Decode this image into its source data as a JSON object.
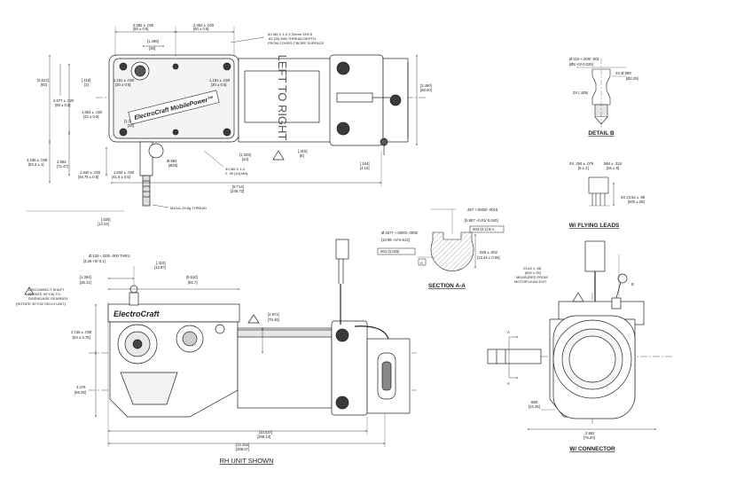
{
  "colors": {
    "line": "#222222",
    "body": "#ffffff",
    "dark": "#3a3a3a",
    "shade": "#7a7a7a",
    "hatch": "#9a9a9a"
  },
  "top_view": {
    "dims": {
      "d1": "2.382 ± .020",
      "d1m": "[60 ± 0.5]",
      "d2": "2.362 ± .020",
      "d2m": "[60 ± 0.5]",
      "d3": "[1.496]",
      "d3m": "[38]",
      "d4": "[3.622]",
      "d4m": "[92]",
      "d5": "[.118]",
      "d5m": "[3]",
      "d6": "1.181 ± .020",
      "d6m": "[30 ± 0.5]",
      "d7": "1.181 ± .020",
      "d7m": "[30 ± 0.5]",
      "d8": "2.677 ± .020",
      "d8m": "[68 ± 0.5]",
      "d9": "1.654 ± .020",
      "d9m": "[42 ± 0.5]",
      "d10": "[1.339]",
      "d10m": "[34]",
      "d11": "3.236 ± .039",
      "d11m": "[82.2 ± 1]",
      "d12": "2.863",
      "d12m": "[72.47]",
      "d13": "1.840 ± .020",
      "d13m": "[46.75 ± 0.5]",
      "d14": "1.634 ± .020",
      "d14m": "[41.5 ± 0.5]",
      "d15": "Ø.984",
      "d15m": "[Ø25]",
      "d16": "[1.339]",
      "d16m": "[34]",
      "d17": "[.315]",
      "d17m": "[8]",
      "d18": "[3.460]",
      "d18m": "[88.00]",
      "d19": "[.164]",
      "d19m": "[4.16]",
      "d20": "[9.714]",
      "d20m": "[246.73]",
      "d21": "[.525]",
      "d21m": "[13.34]"
    },
    "notes": {
      "screws": "6X M6 X 1.0 X 20mm SHCS",
      "depth": ".81 [20] MIN THREAD DEPTH",
      "from": "FROM COVER C'BORE SURFACE",
      "thread1": "3X M6 X 1.0",
      "thread2": "Σ .39 [10] MIN",
      "thread3": "M10x1.25-6g THREAD"
    },
    "brand": "ElectroCraft MobilePower™",
    "dir_text": "LEFT TO RIGHT"
  },
  "detail_b": {
    "caption": "DETAIL B",
    "d1": "Ø.315 +.000/-.001",
    "d1m": "[Ø8 +0/-0.025]",
    "d2": "2X Ø.090",
    "d2m": "[Ø2.29]",
    "d3": "2X (.185)"
  },
  "flying_leads": {
    "caption": "W/ FLYING LEADS",
    "d1": "4X .254 ± .079",
    "d1m": "[6 ± 2]",
    "d2": ".984 ± .315",
    "d2m": "[25 ± 8]",
    "d3": "4X 23.62 ± .88",
    "d3m": "[600 ± 25]"
  },
  "section_aa": {
    "caption": "SECTION A-A",
    "d1": ".357 +.0004/-.0016",
    "d1m": "[5.987 +0.01/-0.040]",
    "d2": "Ø.4677 +.0000/-.0005",
    "d2m": "[10.96 +0/-0.013]",
    "tol1": ".004 (0.1) B A",
    "tol2": ".001 (0.025)",
    "d3": ".529 ± .002",
    "d3m": "[13.44 ± 0.05]",
    "tag": "A"
  },
  "side_view": {
    "caption": "RH UNIT SHOWN",
    "brand": "ElectroCraft",
    "hole": "Ø.129 +.002/-.000 THRU",
    "hole_m": "[3.28 +0/-0.1]",
    "d1": "[.310]",
    "d1m": "[12.87]",
    "d2": "[1.394]",
    "d2m": "[35.41]",
    "d3": "[5.610]",
    "d3m": "[81.7]",
    "d4": "2.136 ± .039",
    "d4m": "[54 ± 0.75]",
    "d5": "[2.971]",
    "d5m": "[75.46]",
    "d6": "3.476",
    "d6m": "[88.29]",
    "d7": "[10.537]",
    "d7m": "[268.13]",
    "d8": "[12.152]",
    "d8m": "[308.67]",
    "warn1": "DISCONNECT SHAFT",
    "warn2": "ROTATE 90°CW TO",
    "warn3": "DISENGAGE GEARBOX",
    "warn4": "(ROTATE 90°CW ON LH UNIT)"
  },
  "connector_view": {
    "caption": "W/ CONNECTOR",
    "lead1": "23.62 ± .88",
    "lead2": "[600 ± 25]",
    "lead3": "MEASURED FROM",
    "lead4": "MOTOR LEAD EXIT",
    "d1": ".880",
    "d1m": "[22.35]",
    "d2": "2.992",
    "d2m": "[76.20]",
    "a1": "A",
    "a2": "A",
    "b": "B"
  }
}
